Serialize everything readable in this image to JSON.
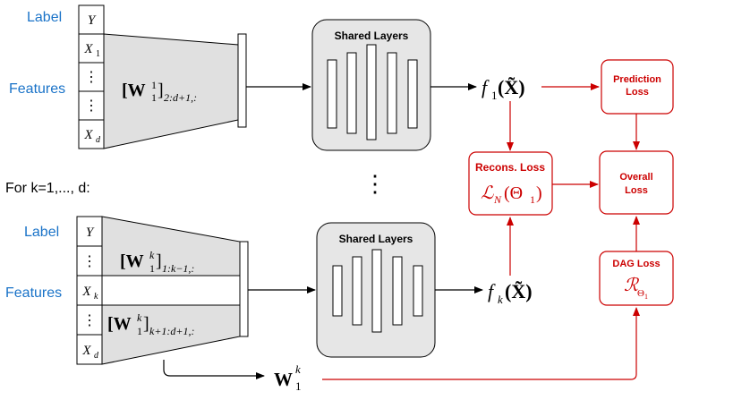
{
  "side_labels": {
    "label": "Label",
    "features": "Features",
    "loop": "For k=1,..., d:"
  },
  "top_input_cells": [
    "Y",
    "X",
    "⋮",
    "⋮",
    "X"
  ],
  "top_input_subscripts": [
    "",
    "1",
    "",
    "",
    "d"
  ],
  "bottom_input_cells": [
    "Y",
    "⋮",
    "X",
    "⋮",
    "X"
  ],
  "bottom_input_subscripts": [
    "",
    "",
    "k",
    "",
    "d"
  ],
  "top_weight": {
    "base": "[W",
    "sup": "1",
    "sub": "1",
    "close": "]",
    "range": "2:d+1,:"
  },
  "bottom_weight_upper": {
    "base": "[W",
    "sup": "k",
    "sub": "1",
    "close": "]",
    "range": "1:k−1,:"
  },
  "bottom_weight_lower": {
    "base": "[W",
    "sup": "k",
    "sub": "1",
    "close": "]",
    "range": "k+1:d+1,:"
  },
  "shared_layers_title": "Shared Layers",
  "top_output": {
    "f": "f",
    "sub": "1",
    "arg": "(X̃)"
  },
  "bottom_output": {
    "f": "f",
    "sub": "k",
    "arg": "(X̃)"
  },
  "vertical_dots": "⋮",
  "weight_output": {
    "base": "W",
    "sup": "k",
    "sub": "1"
  },
  "loss_boxes": {
    "prediction": [
      "Prediction",
      "Loss"
    ],
    "recons": {
      "title": "Recons. Loss",
      "formula": "ℒ",
      "formula_sub": "N",
      "formula_arg": "(Θ",
      "formula_arg_sub": "1",
      "formula_close": ")"
    },
    "overall": [
      "Overall",
      "Loss"
    ],
    "dag": {
      "title": "DAG Loss",
      "formula": "ℛ",
      "formula_sub": "Θ",
      "formula_sub2": "1"
    }
  },
  "colors": {
    "label_blue": "#1a73c8",
    "loss_red": "#cc0000",
    "shared_fill": "#e6e6e6",
    "trapezoid_fill": "#e0e0e0"
  }
}
